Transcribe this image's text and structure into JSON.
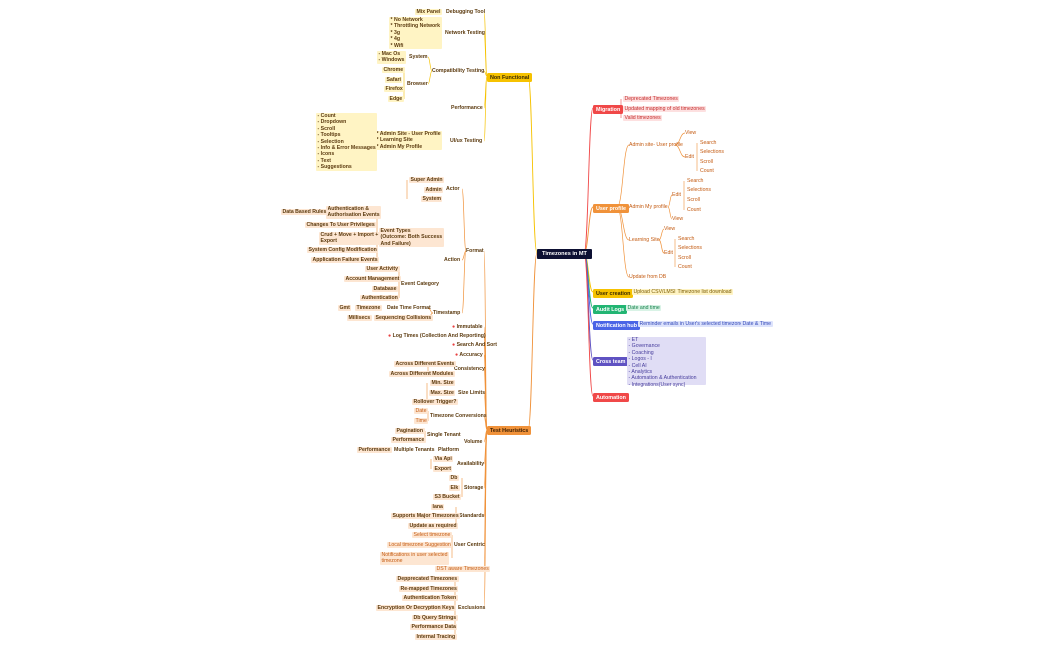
{
  "root": "Timezones in MT",
  "colors": {
    "nonfunc": "#f6c200",
    "testh": "#f0923a",
    "migration": "#f04848",
    "userprofile": "#f0923a",
    "usercreation": "#f6c200",
    "audit": "#22b573",
    "notif": "#4a64e6",
    "cross": "#5f52c2",
    "automation": "#f04848",
    "sub_yellow": "#fff4c4",
    "sub_orange": "#fde6d2",
    "sub_red": "#fde0e0",
    "sub_blue": "#dde3fc",
    "sub_purple": "#e0ddf5",
    "sub_green": "#d9f3e6",
    "text_brown": "#5c3b10",
    "text_orange": "#c45b12",
    "text_red": "#c42b2b",
    "text_green": "#13804a",
    "text_blue": "#3147b8",
    "text_purple": "#463c9c",
    "icon_red": "#e84040"
  },
  "left": {
    "nonfunc": {
      "label": "Non Functional",
      "debugging": "Debugging Tool",
      "mixpanel": "Mix Panel",
      "network_testing": "Network Testing",
      "network_items": "* No Network\n* Throttling Network\n* 3g\n* 4g\n* Wifi",
      "compat": "Compatibility Testing",
      "system": "System",
      "system_items": "- Mac Os\n- Windows",
      "browser": "Browser",
      "chrome": "Chrome",
      "safari": "Safari",
      "firefox": "Firefox",
      "edge": "Edge",
      "performance": "Performance",
      "uiux": "UI/ux Testing",
      "uiux_sites": "* Admin Site - User Profile\n* Learning Site\n* Admin My Profile",
      "uiux_items": "- Count\n- Dropdown\n- Scroll\n- Tooltips\n- Selection\n- Info & Error Messages\n- Icons\n- Text\n- Suggestions"
    },
    "testh": {
      "label": "Test Heuristics",
      "format": "Format",
      "actor": "Actor",
      "super_admin": "Super Admin",
      "admin": "Admin",
      "system": "System",
      "action": "Action",
      "auth_events": "Authentication &\nAuthorisation Events",
      "data_based_rules": "Data Based Rules",
      "changes_priv": "Changes To User Privileges",
      "event_types": "Event Types\n(Outcome: Both Success\nAnd Failure)",
      "crud": "Crud + Move + Import +\nExport",
      "sys_config": "System Config Modification",
      "app_failure": "Application Failure Events",
      "event_category": "Event Category",
      "user_activity": "User Activity",
      "account_mgmt": "Account Management",
      "database": "Database",
      "authentication": "Authentication",
      "timestamp": "Timestamp",
      "dt_format": "Date Time Format",
      "gmt": "Gmt",
      "timezone": "Timezone",
      "millisecs": "Millisecs",
      "seq_collisions": "Sequencing Collisions",
      "immutable": "Immutable",
      "log_times": "Log Times (Collection And Reporting)",
      "search_sort": "Search And Sort",
      "accuracy": "Accuracy",
      "consistency": "Consistency",
      "across_events": "Across Different Events",
      "across_modules": "Across Different Modules",
      "size_limits": "Size Limits",
      "min_size": "Min. Size",
      "max_size": "Max. Size",
      "rollover": "Rollover Trigger?",
      "tz_conv": "Timezone Conversions",
      "date": "Date",
      "time": "Time",
      "volume": "Volume",
      "single_tenant": "Single Tenant",
      "pagination": "Pagination",
      "performance": "Performance",
      "platform": "Platform",
      "multiple_tenants": "Multiple Tenants",
      "availability": "Availability",
      "via_api": "Via Api",
      "export": "Export",
      "storage": "Storage",
      "db": "Db",
      "elk": "Elk",
      "s3": "S3 Bucket",
      "standards": "Standards",
      "iana": "Iana",
      "supports_major": "Supports Major Timezones",
      "update_required": "Update as required",
      "user_centric": "User Centric",
      "select_tz": "Select timezone",
      "local_tz": "Local timezone Suggestion",
      "notif_tz": "Notifications in user selected\ntimezone",
      "dst": "DST aware Timezones",
      "exclusions": "Exclusions",
      "deprecated": "Depprecated Timezones",
      "remapped": "Re-mapped Timezones",
      "auth_token": "Authentication Token",
      "encryption": "Encryption Or Decryption Keys",
      "db_query": "Db Query Strings",
      "perf_data": "Performance Data",
      "internal_tracing": "Internal Tracing"
    }
  },
  "right": {
    "migration": {
      "label": "Migration",
      "items": [
        "Deprecated Timezones",
        "Updated mapping of old timezones",
        "Valid timezones"
      ]
    },
    "user_profile": {
      "label": "User profile",
      "admin_site": "Admin site- User profile",
      "view": "View",
      "edit": "Edit",
      "search": "Search",
      "selections": "Selections",
      "scroll": "Scroll",
      "count": "Count",
      "admin_my": "Admin My profile",
      "learning": "Learning Site",
      "update_db": "Update from DB"
    },
    "user_creation": {
      "label": "User creation",
      "upload": "Upload CSV/LMSI",
      "download": "Timezone list download"
    },
    "audit": {
      "label": "Audit Logs",
      "item": "Date and time"
    },
    "notif": {
      "label": "Notification hub",
      "item": "Reminder emails in User's selected timezones",
      "sub": "Date & Time"
    },
    "cross": {
      "label": "Cross team",
      "items": "- ET\n- Governance\n- Coaching\n- Logos - I\n- Cell AI\n- Analytics\n- Automation & Authentication\n- Integrations(User sync)"
    },
    "automation": {
      "label": "Automation"
    }
  }
}
